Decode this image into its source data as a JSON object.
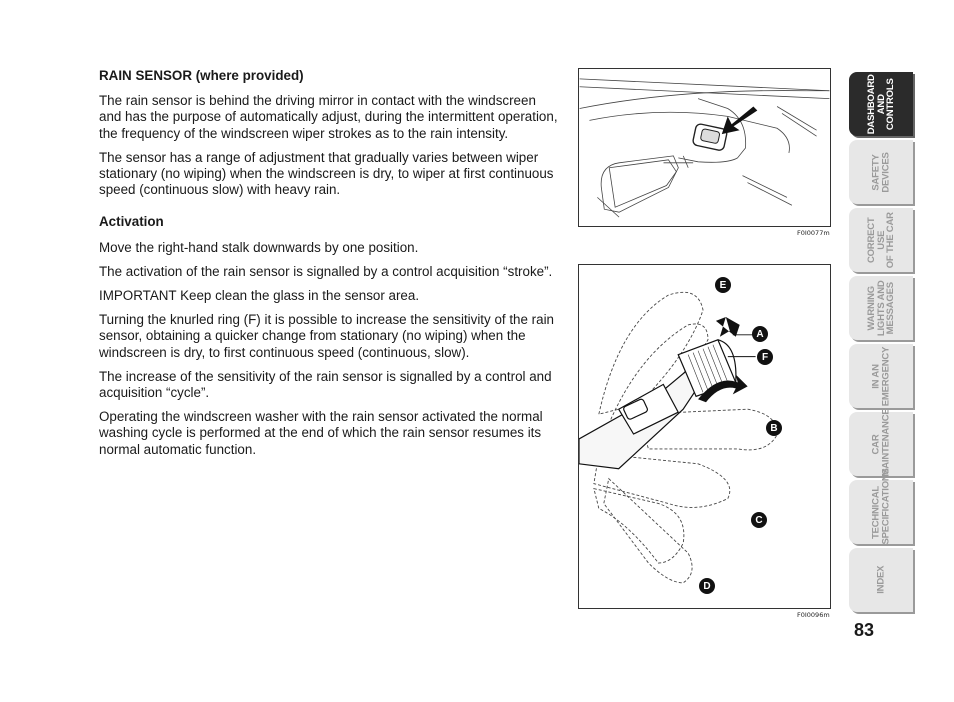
{
  "section": {
    "title": "RAIN SENSOR (where provided)",
    "intro": [
      "The rain sensor is behind the driving mirror in contact with the windscreen and has the purpose of automatically adjust, during the intermittent operation, the frequency of the windscreen wiper strokes as to the rain intensity.",
      "The sensor has a range of adjustment that gradually varies between wiper stationary (no wiping) when the windscreen is dry, to wiper at first continuous speed (continuous slow) with heavy rain."
    ],
    "activation_heading": "Activation",
    "activation": [
      "Move the right-hand stalk downwards by one position.",
      "The activation of the rain sensor is signalled by a control acquisition “stroke”.",
      "IMPORTANT Keep clean the glass in the sensor area.",
      "Turning the knurled ring (F) it is possible to increase the sensitivity of the rain sensor, obtaining a quicker change from stationary (no wiping) when the windscreen is dry, to first continuous speed (continuous, slow).",
      "The increase of the sensitivity of the rain sensor is signalled by a control and acquisition “cycle”.",
      "Operating the windscreen washer with the rain sensor activated the normal washing cycle is performed at the end of which the rain sensor resumes its normal automatic function."
    ]
  },
  "figures": {
    "fig1_code": "F0I0077m",
    "fig2_code": "F0I0096m",
    "fig2_labels": [
      "E",
      "A",
      "F",
      "B",
      "C",
      "D"
    ]
  },
  "side_tabs": [
    {
      "label": "DASHBOARD\nAND\nCONTROLS",
      "active": true
    },
    {
      "label": "SAFETY\nDEVICES",
      "active": false
    },
    {
      "label": "CORRECT USE\nOF THE CAR",
      "active": false
    },
    {
      "label": "WARNING\nLIGHTS AND\nMESSAGES",
      "active": false
    },
    {
      "label": "IN AN\nEMERGENCY",
      "active": false
    },
    {
      "label": "CAR\nMAINTENANCE",
      "active": false
    },
    {
      "label": "TECHNICAL\nSPECIFICATIONS",
      "active": false
    },
    {
      "label": "INDEX",
      "active": false
    }
  ],
  "page_number": "83"
}
